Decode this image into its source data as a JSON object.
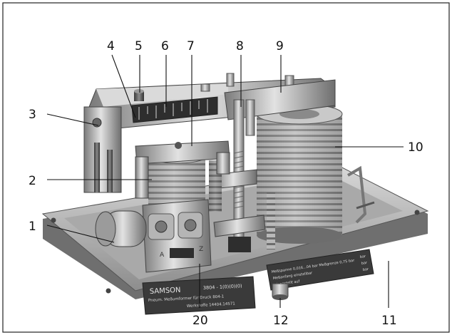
{
  "figure": {
    "callouts": [
      {
        "id": "1",
        "label": "1"
      },
      {
        "id": "2",
        "label": "2"
      },
      {
        "id": "3",
        "label": "3"
      },
      {
        "id": "4",
        "label": "4"
      },
      {
        "id": "5",
        "label": "5"
      },
      {
        "id": "6",
        "label": "6"
      },
      {
        "id": "7",
        "label": "7"
      },
      {
        "id": "8",
        "label": "8"
      },
      {
        "id": "9",
        "label": "9"
      },
      {
        "id": "10",
        "label": "10"
      },
      {
        "id": "11",
        "label": "11"
      },
      {
        "id": "12",
        "label": "12"
      },
      {
        "id": "20",
        "label": "20"
      }
    ],
    "nameplate_left": {
      "brand": "SAMSON",
      "line1": "Pneum. Meßumformer für Druck 804-1",
      "line2": "Werkstoffe 14404.14571",
      "type_code": "3804 - 1(0)(0)(0)"
    },
    "nameplate_right": {
      "line1": "Meßspanne 0,016...04 bar  Meßgrenze 0,75 bar",
      "line2": "Meßanfang einstellbar",
      "line3": "eingestellt auf",
      "unit1": "bar",
      "unit2": "bar",
      "unit3": "bar"
    },
    "adjust_marks": {
      "a": "A",
      "z": "Z"
    },
    "colors": {
      "metal_light": "#c8c8c8",
      "metal_mid": "#9a9a9a",
      "metal_dark": "#555555"
    }
  }
}
